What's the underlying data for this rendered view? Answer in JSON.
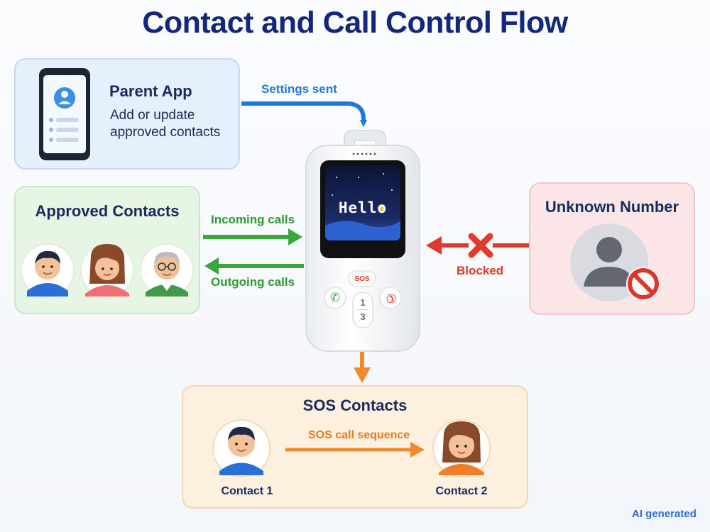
{
  "title": "Contact and Call Control Flow",
  "parent_app": {
    "title": "Parent App",
    "description": "Add or update approved contacts"
  },
  "arrows": {
    "settings_sent": "Settings sent",
    "incoming_calls": "Incoming calls",
    "outgoing_calls": "Outgoing calls",
    "blocked": "Blocked",
    "sos_sequence": "SOS call sequence"
  },
  "approved_contacts": {
    "title": "Approved Contacts"
  },
  "unknown_number": {
    "title": "Unknown Number"
  },
  "device": {
    "screen_text": "Hello",
    "sos_label": "SOS",
    "key_top": "1",
    "key_bottom": "3"
  },
  "sos_contacts": {
    "title": "SOS Contacts",
    "contacts": [
      "Contact 1",
      "Contact 2"
    ]
  },
  "watermark": "AI generated",
  "colors": {
    "title": "#13287a",
    "blue": "#1f78e0",
    "green": "#2f9a33",
    "red": "#d63b2b",
    "orange": "#ea7a1e"
  }
}
